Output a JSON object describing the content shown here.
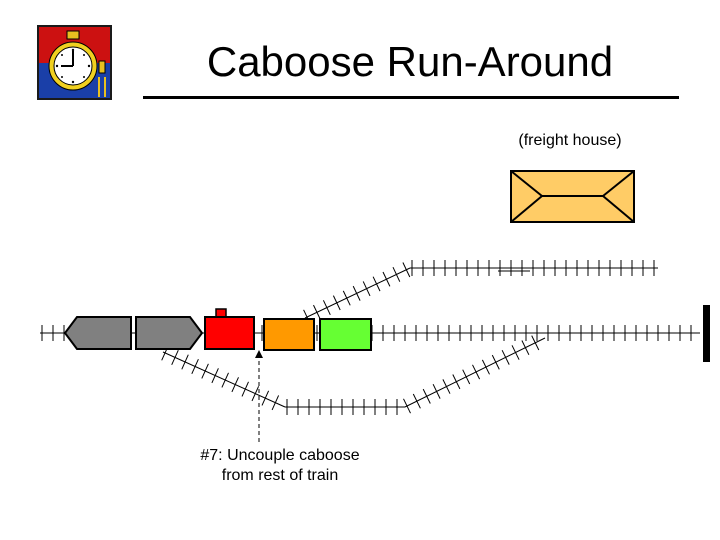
{
  "header": {
    "title": "Caboose Run-Around"
  },
  "labels": {
    "freight_house": "(freight house)",
    "step_line1": "#7:  Uncouple caboose",
    "step_line2": "from rest of train"
  },
  "colors": {
    "locomotive": "#808080",
    "caboose": "#ff0000",
    "car_orange": "#ff9900",
    "car_green": "#66ff33",
    "freight_house": "#ffcc66"
  },
  "icons": {
    "logo": "stopwatch-icon"
  }
}
